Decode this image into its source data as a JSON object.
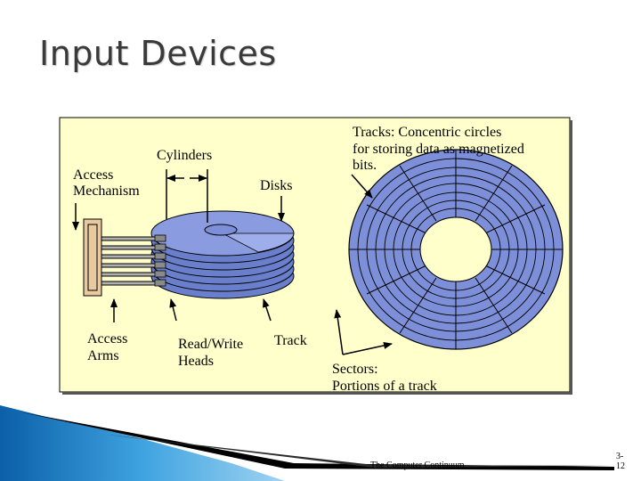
{
  "slide": {
    "title": "Input Devices",
    "footer": "The Computer Continuum",
    "page_number_line1": "3-",
    "page_number_line2": "12"
  },
  "diagram": {
    "labels": {
      "access_mechanism_1": "Access",
      "access_mechanism_2": "Mechanism",
      "cylinders": "Cylinders",
      "disks": "Disks",
      "tracks_1": "Tracks: Concentric circles",
      "tracks_2": "for storing data as magnetized",
      "tracks_3": "bits.",
      "access_arms_1": "Access",
      "access_arms_2": "Arms",
      "read_write_1": "Read/Write",
      "read_write_2": "Heads",
      "track": "Track",
      "sectors_1": "Sectors:",
      "sectors_2": "Portions of a track"
    },
    "colors": {
      "panel_background": "#ffffcc",
      "platter_blue": "#7d8fd8",
      "platter_top": "#8a9be0",
      "platter_side": "#6a7fcc",
      "arm_gray": "#b0b0b0",
      "mechanism_tan": "#e8c9a0",
      "footer_band_blue": "#1e86c8"
    }
  }
}
